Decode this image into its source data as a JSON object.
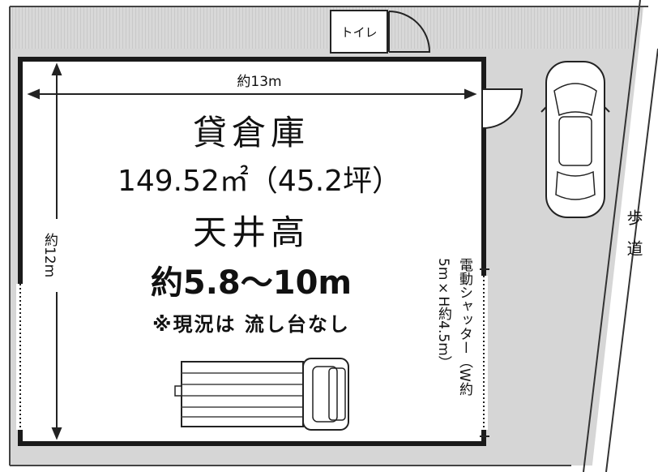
{
  "toilet": {
    "label": "トイレ"
  },
  "warehouse": {
    "title": "貸倉庫",
    "area": "149.52㎡（45.2坪）",
    "ceiling_label": "天井高",
    "ceiling_value": "約5.8～10m",
    "note": "※現況は 流し台なし"
  },
  "dimensions": {
    "width": "約13m",
    "depth": "約12m"
  },
  "shutter": {
    "label": "電動シャッター（W約5m×H約4.5m）"
  },
  "sidewalk": {
    "label": "歩道"
  }
}
